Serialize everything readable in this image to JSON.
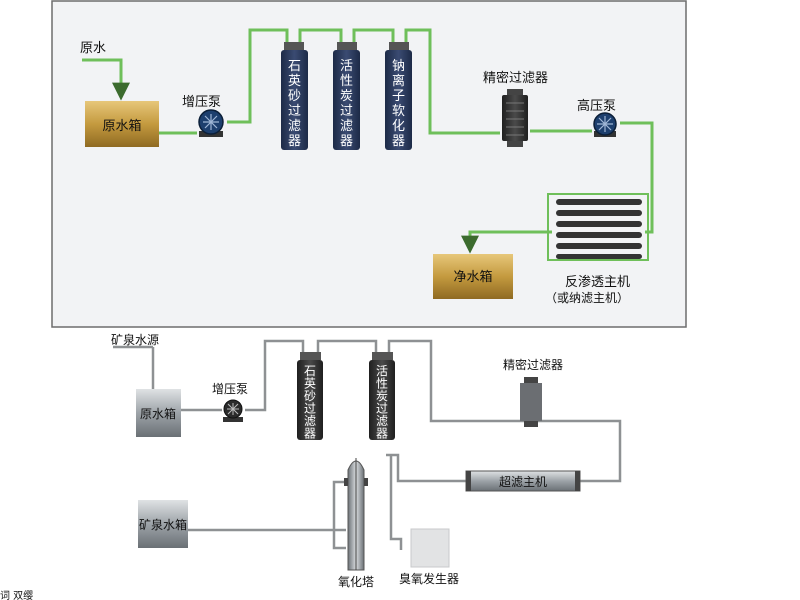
{
  "top_diagram": {
    "raw_water": "原水",
    "raw_water_tank": "原水箱",
    "booster_pump": "增压泵",
    "quartz_sand_filter": [
      "石",
      "英",
      "砂",
      "过",
      "滤",
      "器"
    ],
    "activated_carbon_filter": [
      "活",
      "性",
      "炭",
      "过",
      "滤",
      "器"
    ],
    "sodium_ion_softener": [
      "钠",
      "离",
      "子",
      "软",
      "化",
      "器"
    ],
    "precision_filter": "精密过滤器",
    "high_pressure_pump": "高压泵",
    "clean_water_tank": "净水箱",
    "ro_unit": "反渗透主机",
    "ro_unit_alt": "（或纳滤主机）"
  },
  "bottom_diagram": {
    "mineral_source": "矿泉水源",
    "raw_water_tank": "原水箱",
    "booster_pump": "增压泵",
    "quartz_sand_filter": [
      "石",
      "英",
      "砂",
      "过",
      "滤",
      "器"
    ],
    "activated_carbon_filter": [
      "活",
      "性",
      "炭",
      "过",
      "滤",
      "器"
    ],
    "precision_filter": "精密过滤器",
    "ultrafiltration_unit": "超滤主机",
    "mineral_water_tank": "矿泉水箱",
    "oxidation_tower": "氧化塔",
    "ozone_generator": "臭氧发生器"
  },
  "footer_fragment": "词  双缨",
  "colors": {
    "pipe_green": "#6fbf5a",
    "pipe_gray": "#8e9193",
    "tank_gold": "#c9a24a",
    "vessel_navy": "#2c3a5a",
    "panel_bg": "#f2f3f5",
    "panel_border": "#6d6d6d"
  }
}
